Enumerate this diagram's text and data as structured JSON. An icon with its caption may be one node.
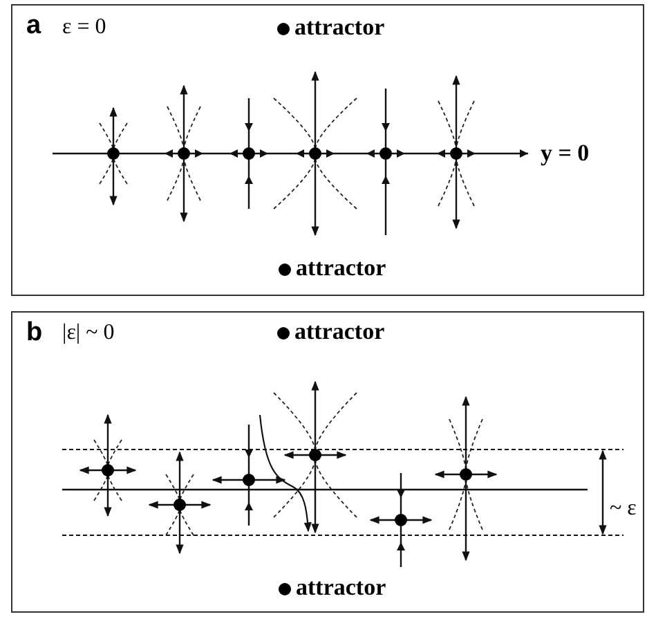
{
  "diagram": {
    "nodes": [
      {
        "text": [
          "a",
          "ε = 0"
        ]
      },
      {
        "text": [
          "b",
          "|ε| ~ 0"
        ]
      }
    ],
    "labels": [
      "attractor",
      "y = 0",
      "attractor",
      "attractor",
      "~ ε",
      "attractor"
    ]
  }
}
